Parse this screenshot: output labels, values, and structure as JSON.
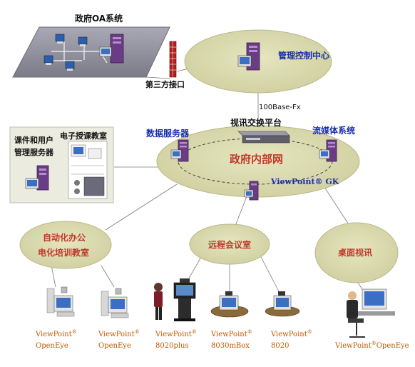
{
  "colors": {
    "ellipse_fill": "#d9d9b0",
    "ellipse_stroke": "#b9b98a",
    "label_blue": "#1a2fa8",
    "label_red": "#c0392b",
    "label_orange": "#d46a00",
    "platform": "#8e8e9a",
    "server_purple": "#5b2d7a"
  },
  "nodes": {
    "oa_system": "政府OA系统",
    "third_party_interface": "第三方接口",
    "management_center": "管理控制中心",
    "fiber_link": "100Base-Fx",
    "video_switch_platform": "视讯交换平台",
    "data_server": "数据服务器",
    "streaming_system": "流媒体系统",
    "internal_network": "政府内部网",
    "gk": "ViewPoint® GK",
    "electronic_classroom": "电子授课教室",
    "courseware_server_line1": "课件和用户",
    "courseware_server_line2": "管理服务器",
    "automation_office_line1": "自动化办公",
    "automation_office_line2": "电化培训教室",
    "remote_meeting": "远程会议室",
    "desktop_video": "桌面视讯"
  },
  "devices": [
    {
      "line1": "ViewPoint",
      "sup": "®",
      "line2": "OpenEye"
    },
    {
      "line1": "ViewPoint",
      "sup": "®",
      "line2": "OpenEye"
    },
    {
      "line1": "ViewPoint",
      "sup": "®",
      "line2": "8020plus"
    },
    {
      "line1": "ViewPoint",
      "sup": "®",
      "line2": "8030mBox"
    },
    {
      "line1": "ViewPoint",
      "sup": "®",
      "line2": "8020"
    },
    {
      "line1": "ViewPoint",
      "sup": "®",
      "line2": "OpenEye"
    }
  ]
}
